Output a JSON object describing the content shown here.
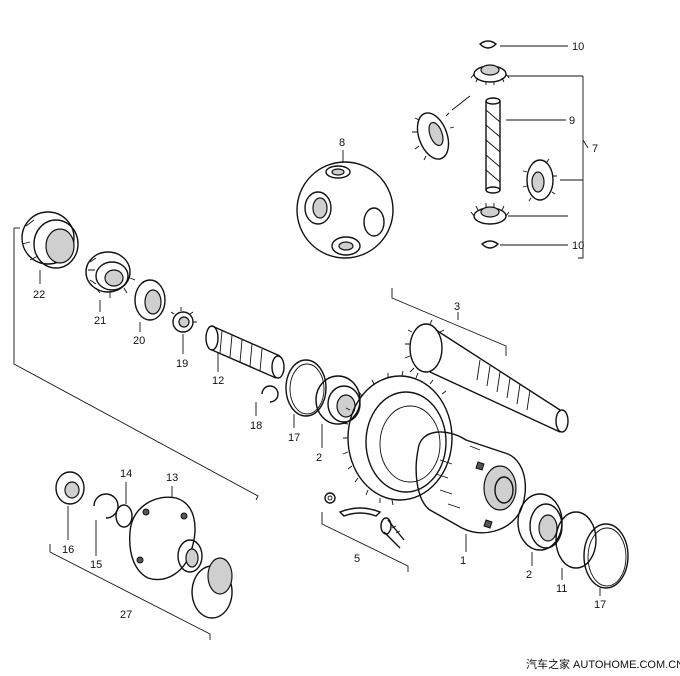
{
  "labels": {
    "p1": "1",
    "p2a": "2",
    "p2b": "2",
    "p3": "3",
    "p5": "5",
    "p7": "7",
    "p8": "8",
    "p9": "9",
    "p10a": "10",
    "p10b": "10",
    "p11": "11",
    "p12": "12",
    "p13": "13",
    "p14": "14",
    "p15": "15",
    "p16": "16",
    "p17a": "17",
    "p17b": "17",
    "p18": "18",
    "p19": "19",
    "p20": "20",
    "p21": "21",
    "p22": "22",
    "p27": "27"
  },
  "watermark": "汽车之家 AUTOHOME.COM.CN"
}
